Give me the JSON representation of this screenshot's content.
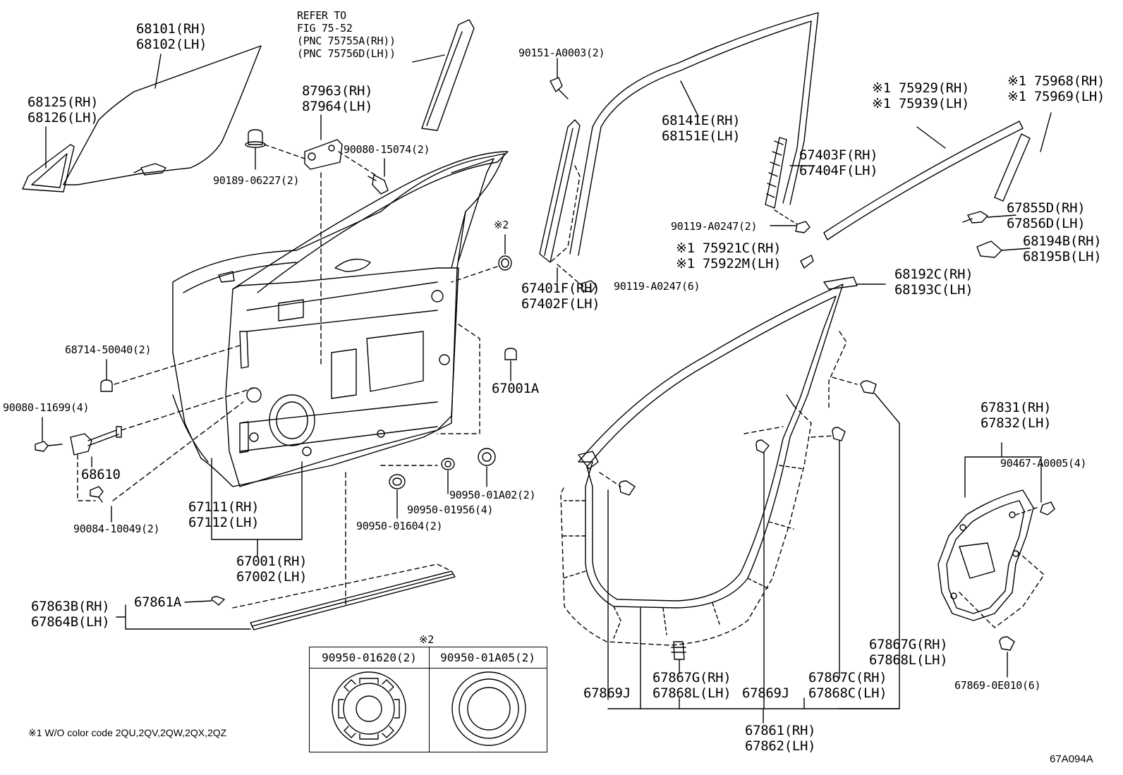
{
  "diagram_id": "67A094A",
  "footnote": "※1 W/O color code 2QU,2QV,2QW,2QX,2QZ",
  "table": {
    "marker": "※2",
    "headers": [
      "90950-01620(2)",
      "90950-01A05(2)"
    ]
  },
  "labels": {
    "l68101": "68101(RH)\n68102(LH)",
    "l68125": "68125(RH)\n68126(LH)",
    "refer": "REFER TO\nFIG 75-52\n(PNC 75755A(RH))\n(PNC 75756D(LH))",
    "l87963": "87963(RH)\n87964(LH)",
    "l90189": "90189-06227(2)",
    "l90080a": "90080-15074(2)",
    "l90151": "90151-A0003(2)",
    "l68141": "68141E(RH)\n68151E(LH)",
    "l67403": "67403F(RH)\n67404F(LH)",
    "l90119a": "90119-A0247(2)",
    "l75921": "※1 75921C(RH)\n※1 75922M(LH)",
    "l90119b": "90119-A0247(6)",
    "l67401": "67401F(RH)\n67402F(LH)",
    "l75929": "※1 75929(RH)\n※1 75939(LH)",
    "l75968": "※1 75968(RH)\n※1 75969(LH)",
    "l67855": "67855D(RH)\n67856D(LH)",
    "l68194": "68194B(RH)\n68195B(LH)",
    "l68192": "68192C(RH)\n68193C(LH)",
    "l_x2": "※2",
    "l68714": "68714-50040(2)",
    "l67001a": "67001A",
    "l90080b": "90080-11699(4)",
    "l68610": "68610",
    "l90084": "90084-10049(2)",
    "l67111": "67111(RH)\n67112(LH)",
    "l90950a": "90950-01A02(2)",
    "l90950b": "90950-01956(4)",
    "l90950c": "90950-01604(2)",
    "l67001": "67001(RH)\n67002(LH)",
    "l67863": "67863B(RH)\n67864B(LH)",
    "l67861a": "67861A",
    "l67831": "67831(RH)\n67832(LH)",
    "l90467": "90467-A0005(4)",
    "l67867gr": "67867G(RH)\n67868L(LH)",
    "l67869j1": "67869J",
    "l67867gl": "67867G(RH)\n67868L(LH)",
    "l67869j2": "67869J",
    "l67867c": "67867C(RH)\n67868C(LH)",
    "l67869e": "67869-0E010(6)",
    "l67861": "67861(RH)\n67862(LH)"
  }
}
